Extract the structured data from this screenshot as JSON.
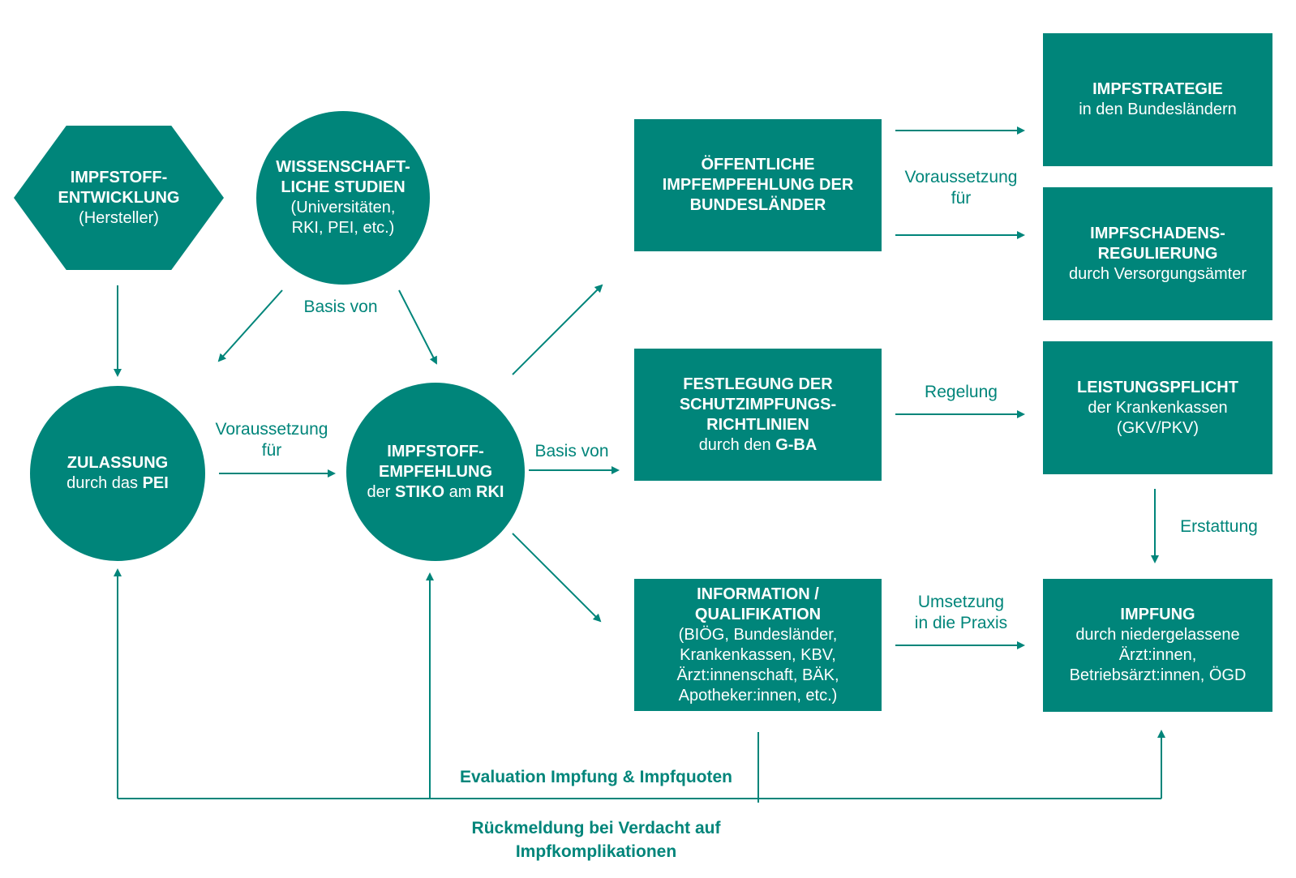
{
  "colors": {
    "accent": "#00857a",
    "text_on_accent": "#ffffff"
  },
  "nodes": {
    "impfstoffentwicklung": {
      "title": [
        "IMPFSTOFF-",
        "ENTWICKLUNG"
      ],
      "sub": [
        "(Hersteller)"
      ]
    },
    "wissenschaftliche_studien": {
      "title": [
        "WISSENSCHAFT-",
        "LICHE STUDIEN"
      ],
      "sub": [
        "(Universitäten,",
        "RKI, PEI, etc.)"
      ]
    },
    "zulassung": {
      "title": [
        "ZULASSUNG"
      ],
      "sub_prefix": "durch das ",
      "sub_bold": "PEI"
    },
    "impfstoffempfehlung": {
      "title": [
        "IMPFSTOFF-",
        "EMPFEHLUNG"
      ],
      "sub_1": "der ",
      "sub_2": "STIKO",
      "sub_3": " am ",
      "sub_4": "RKI"
    },
    "oeffentliche_empfehlung": {
      "title": [
        "ÖFFENTLICHE",
        "IMPFEMPFEHLUNG DER",
        "BUNDESLÄNDER"
      ]
    },
    "festlegung": {
      "title": [
        "FESTLEGUNG DER",
        "SCHUTZIMPFUNGS-",
        "RICHTLINIEN"
      ],
      "sub_prefix": "durch den ",
      "sub_bold": "G-BA"
    },
    "information": {
      "title": [
        "INFORMATION /",
        "QUALIFIKATION"
      ],
      "sub": [
        "(BIÖG, Bundesländer,",
        "Krankenkassen, KBV,",
        "Ärzt:innenschaft, BÄK,",
        "Apotheker:innen, etc.)"
      ]
    },
    "impfstrategie": {
      "title": [
        "IMPFSTRATEGIE"
      ],
      "sub": [
        "in den Bundesländern"
      ]
    },
    "impfschadensregulierung": {
      "title": [
        "IMPFSCHADENS-",
        "REGULIERUNG"
      ],
      "sub": [
        "durch Versorgungsämter"
      ]
    },
    "leistungspflicht": {
      "title": [
        "LEISTUNGSPFLICHT"
      ],
      "sub": [
        "der Krankenkassen",
        "(GKV/PKV)"
      ]
    },
    "impfung": {
      "title": [
        "IMPFUNG"
      ],
      "sub": [
        "durch niedergelassene",
        "Ärzt:innen,",
        "Betriebsärzt:innen, ÖGD"
      ]
    }
  },
  "edge_labels": {
    "basis_von_top": "Basis von",
    "voraussetzung_left": [
      "Voraussetzung",
      "für"
    ],
    "basis_von_mid": "Basis von",
    "voraussetzung_right": [
      "Voraussetzung",
      "für"
    ],
    "regelung": "Regelung",
    "erstattung": "Erstattung",
    "umsetzung": [
      "Umsetzung",
      "in die Praxis"
    ],
    "evaluation": "Evaluation Impfung & Impfquoten",
    "rueckmeldung": [
      "Rückmeldung bei Verdacht auf",
      "Impfkomplikationen"
    ]
  }
}
